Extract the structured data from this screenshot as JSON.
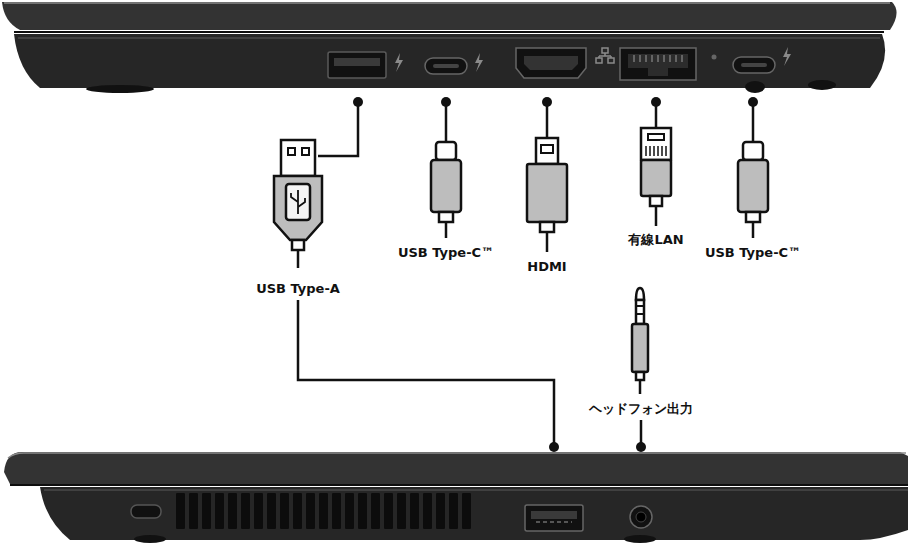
{
  "diagram": {
    "labels": [
      "USB Type-C™",
      "HDMI",
      "有線LAN",
      "USB Type-C™",
      "USB Type-A",
      "ヘッドフォン出力"
    ]
  }
}
